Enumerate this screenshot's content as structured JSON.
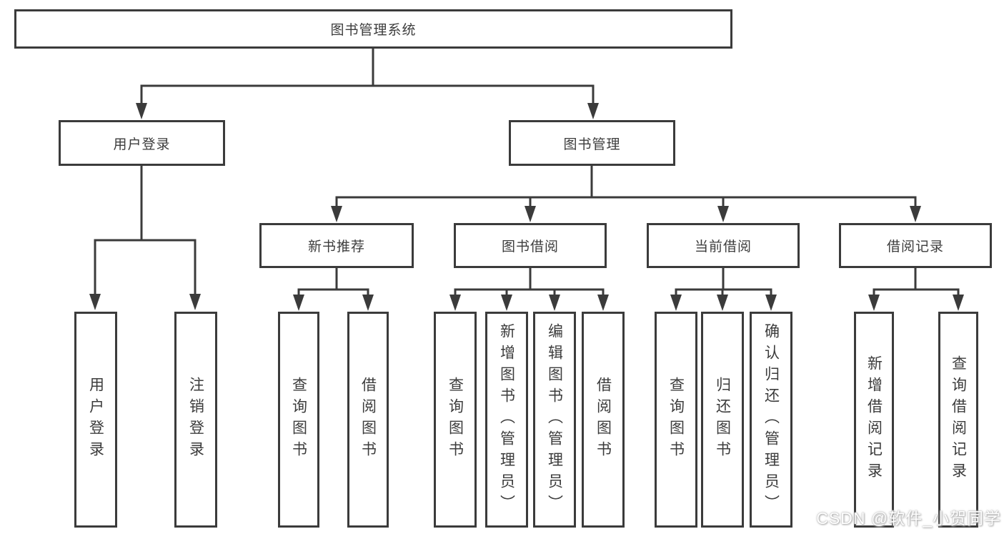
{
  "colors": {
    "line": "#3b3b3b",
    "text": "#3c3c3c",
    "background": "#ffffff",
    "watermark": "#ffffff"
  },
  "nodes": {
    "root": "图书管理系统",
    "level2": [
      "用户登录",
      "图书管理"
    ],
    "level3": [
      "新书推荐",
      "图书借阅",
      "当前借阅",
      "借阅记录"
    ],
    "leaves": {
      "user_login": [
        "用户登录",
        "注销登录"
      ],
      "new_book_recommend": [
        "查询图书",
        "借阅图书"
      ],
      "book_borrow": [
        "查询图书",
        "新增图书（管理员）",
        "编辑图书（管理员）",
        "借阅图书"
      ],
      "current_borrow": [
        "查询图书",
        "归还图书",
        "确认归还（管理员）"
      ],
      "borrow_records": [
        "新增借阅记录",
        "查询借阅记录"
      ]
    }
  },
  "watermark": "CSDN @软件_小贺同学"
}
